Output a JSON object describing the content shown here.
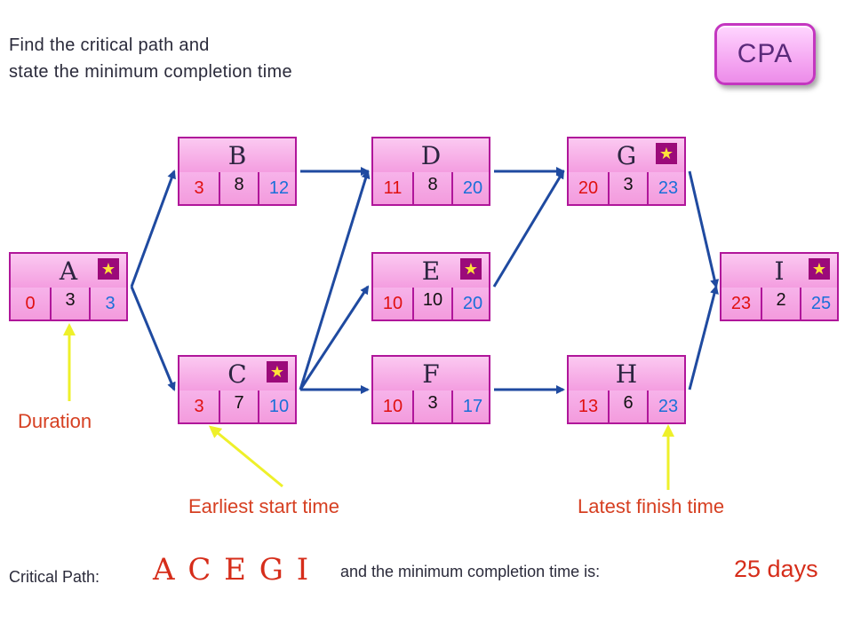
{
  "instructions": {
    "line1": "Find the critical path and",
    "line2": "state the minimum completion time"
  },
  "button": {
    "label": "CPA"
  },
  "colors": {
    "node_fill": "#f7a9e6",
    "node_border": "#b0169a",
    "earliest_start": "#e01010",
    "latest_finish": "#1a6fd8",
    "arrow_blue": "#1f4aa0",
    "annotation_arrow": "#eef02a",
    "annotation_text": "#d63f21"
  },
  "activities": [
    {
      "id": "A",
      "earliest_start": "0",
      "duration": "3",
      "latest_finish": "3",
      "critical": true
    },
    {
      "id": "B",
      "earliest_start": "3",
      "duration": "8",
      "latest_finish": "12",
      "critical": false
    },
    {
      "id": "C",
      "earliest_start": "3",
      "duration": "7",
      "latest_finish": "10",
      "critical": true
    },
    {
      "id": "D",
      "earliest_start": "11",
      "duration": "8",
      "latest_finish": "20",
      "critical": false
    },
    {
      "id": "E",
      "earliest_start": "10",
      "duration": "10",
      "latest_finish": "20",
      "critical": true
    },
    {
      "id": "F",
      "earliest_start": "10",
      "duration": "3",
      "latest_finish": "17",
      "critical": false
    },
    {
      "id": "G",
      "earliest_start": "20",
      "duration": "3",
      "latest_finish": "23",
      "critical": true
    },
    {
      "id": "H",
      "earliest_start": "13",
      "duration": "6",
      "latest_finish": "23",
      "critical": false
    },
    {
      "id": "I",
      "earliest_start": "23",
      "duration": "2",
      "latest_finish": "25",
      "critical": true
    }
  ],
  "dependencies": [
    [
      "A",
      "B"
    ],
    [
      "A",
      "C"
    ],
    [
      "B",
      "D"
    ],
    [
      "C",
      "D"
    ],
    [
      "C",
      "E"
    ],
    [
      "C",
      "F"
    ],
    [
      "E",
      "G"
    ],
    [
      "D",
      "G"
    ],
    [
      "F",
      "H"
    ],
    [
      "G",
      "I"
    ],
    [
      "H",
      "I"
    ]
  ],
  "annotations": {
    "duration": "Duration",
    "earliest_start_time": "Earliest start time",
    "latest_finish_time": "Latest finish time"
  },
  "result": {
    "critical_path_label": "Critical Path:",
    "critical_path_value": "A C E G I",
    "min_time_label": "and the minimum completion time is:",
    "min_time_value": "25 days"
  },
  "star_icon": "star-icon"
}
